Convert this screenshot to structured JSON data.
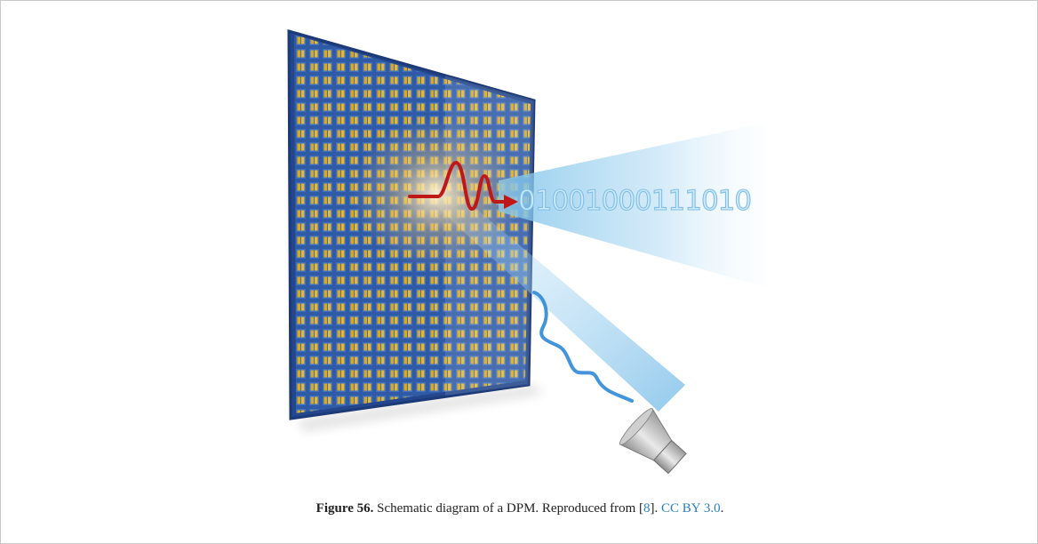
{
  "figure": {
    "binary_text": "01001000111010",
    "caption": {
      "label": "Figure 56.",
      "text_before_ref": " Schematic diagram of a DPM. Reproduced from [",
      "ref": "8",
      "text_after_ref": "]. ",
      "license": "CC BY 3.0",
      "end": "."
    }
  },
  "colors": {
    "panel_border": "#2d5aa8",
    "cell_gold": "#d6a520",
    "beam_blue": "#7ec3ea",
    "signal_red": "#c01818",
    "link_blue": "#2a7db8"
  },
  "icons": [
    "metasurface-panel",
    "wave-signal",
    "horn-antenna"
  ]
}
